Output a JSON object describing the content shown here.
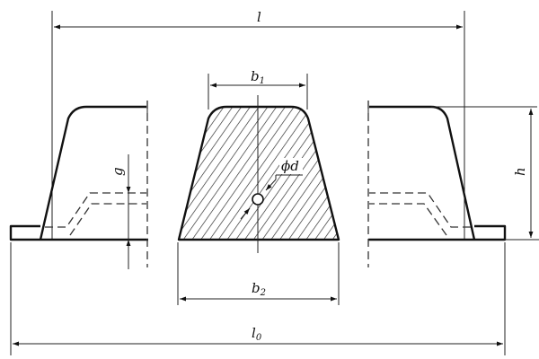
{
  "colors": {
    "line": "#111111",
    "background": "#ffffff"
  },
  "dimensions": {
    "overall_length": {
      "label": "l"
    },
    "base_length": {
      "label": "l",
      "subscript": "0"
    },
    "top_width": {
      "label": "b",
      "subscript": "1"
    },
    "bottom_width": {
      "label": "b",
      "subscript": "2"
    },
    "height": {
      "label": "h"
    },
    "gap": {
      "label": "g"
    },
    "hole_diameter": {
      "label": "ϕd"
    }
  }
}
